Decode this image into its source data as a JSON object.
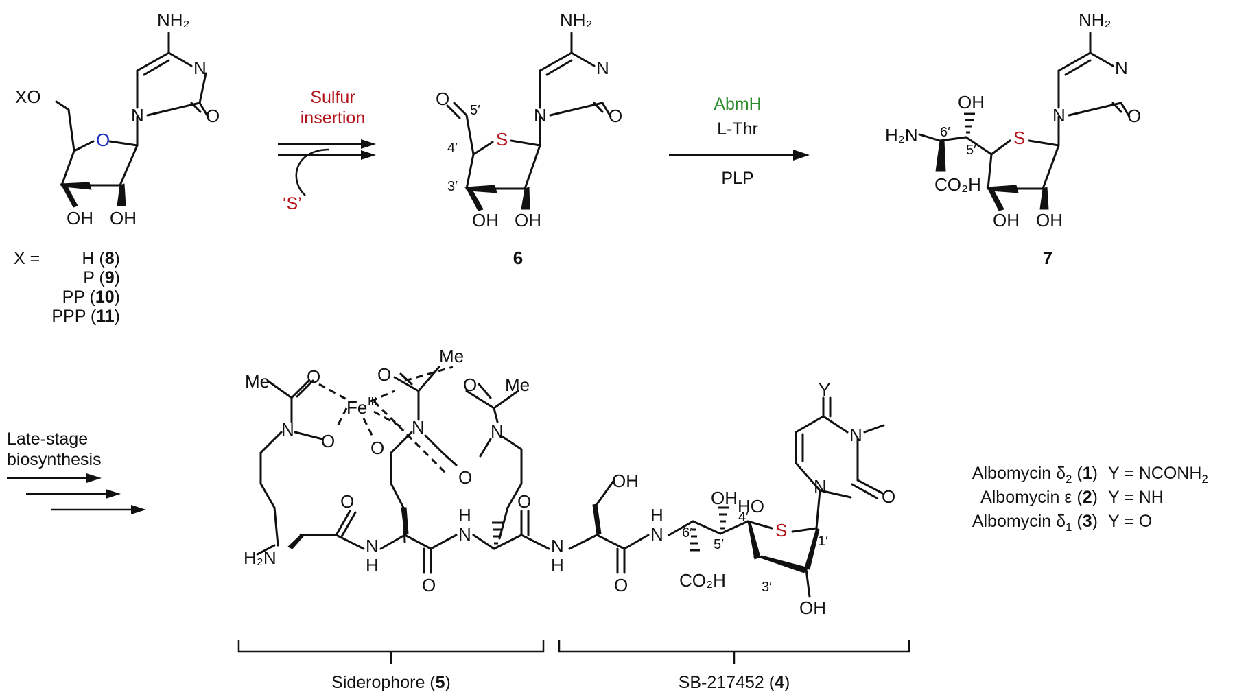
{
  "colors": {
    "sulfur": "#b3141b",
    "oxygen_ring": "#1d2fbf",
    "enzyme": "#2d8a2d",
    "ink": "#111111"
  },
  "atoms": {
    "NH2": "NH₂",
    "N": "N",
    "O": "O",
    "S": "S",
    "OH": "OH",
    "XO": "XO",
    "H2N": "H₂N",
    "CO2H": "CO₂H",
    "H": "H",
    "Me": "Me",
    "Fe": "Fe",
    "Fe_ox": "III",
    "HO": "HO",
    "Y": "Y"
  },
  "compound_8_11": {
    "x_label": "X =",
    "variants": [
      {
        "x": "H",
        "num": "8"
      },
      {
        "x": "P",
        "num": "9"
      },
      {
        "x": "PP",
        "num": "10"
      },
      {
        "x": "PPP",
        "num": "11"
      }
    ]
  },
  "step1": {
    "line1": "Sulfur",
    "line2": "insertion",
    "reagent": "‘S’"
  },
  "compound_6": {
    "num": "6",
    "loc_5p": "5′",
    "loc_4p": "4′",
    "loc_3p": "3′"
  },
  "step2": {
    "enzyme": "AbmH",
    "reagent": "L-Thr",
    "cofactor": "PLP"
  },
  "compound_7": {
    "num": "7",
    "loc_6p": "6′",
    "loc_5p": "5′"
  },
  "step3": {
    "line1": "Late-stage",
    "line2": "biosynthesis"
  },
  "compound_1": {
    "loc_6p": "6′",
    "loc_5p": "5′",
    "loc_4p": "4′",
    "loc_3p": "3′",
    "loc_1p": "1′"
  },
  "albomycins": [
    {
      "name": "Albomycin δ",
      "sub": "2",
      "num": "1",
      "y": "Y = NCONH",
      "y_sub": "2"
    },
    {
      "name": "Albomycin ε",
      "sub": "",
      "num": "2",
      "y": "Y = NH",
      "y_sub": ""
    },
    {
      "name": "Albomycin δ",
      "sub": "1",
      "num": "3",
      "y": "Y = O",
      "y_sub": ""
    }
  ],
  "brackets": [
    {
      "label": "Siderophore (",
      "num": "5",
      "close": ")"
    },
    {
      "label": "SB-217452 (",
      "num": "4",
      "close": ")"
    }
  ]
}
